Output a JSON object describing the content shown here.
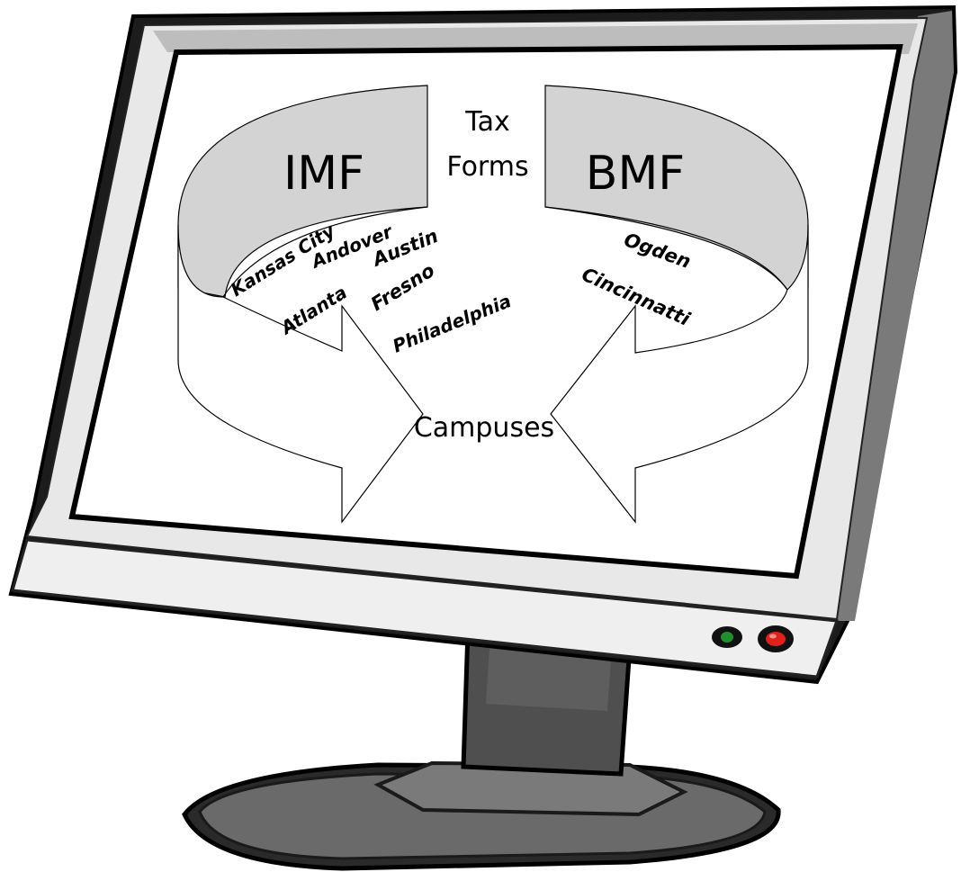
{
  "diagram": {
    "center_title": {
      "line1": "Tax",
      "line2": "Forms"
    },
    "bottom_label": "Campuses",
    "left_panel": {
      "title": "IMF",
      "cities": [
        "Kansas City",
        "Andover",
        "Austin",
        "Atlanta",
        "Fresno",
        "Philadelphia"
      ]
    },
    "right_panel": {
      "title": "BMF",
      "cities": [
        "Ogden",
        "Cincinnatti"
      ]
    }
  },
  "monitor": {
    "indicators": [
      {
        "name": "power-light-green",
        "color": "#1f8f2e"
      },
      {
        "name": "power-light-red",
        "color": "#e0201c"
      }
    ]
  },
  "colors": {
    "panel_fill": "#d3d3d3",
    "frame_dark": "#1a1a1a",
    "bezel": "#e6e6e6",
    "stand": "#6d6d6d"
  }
}
